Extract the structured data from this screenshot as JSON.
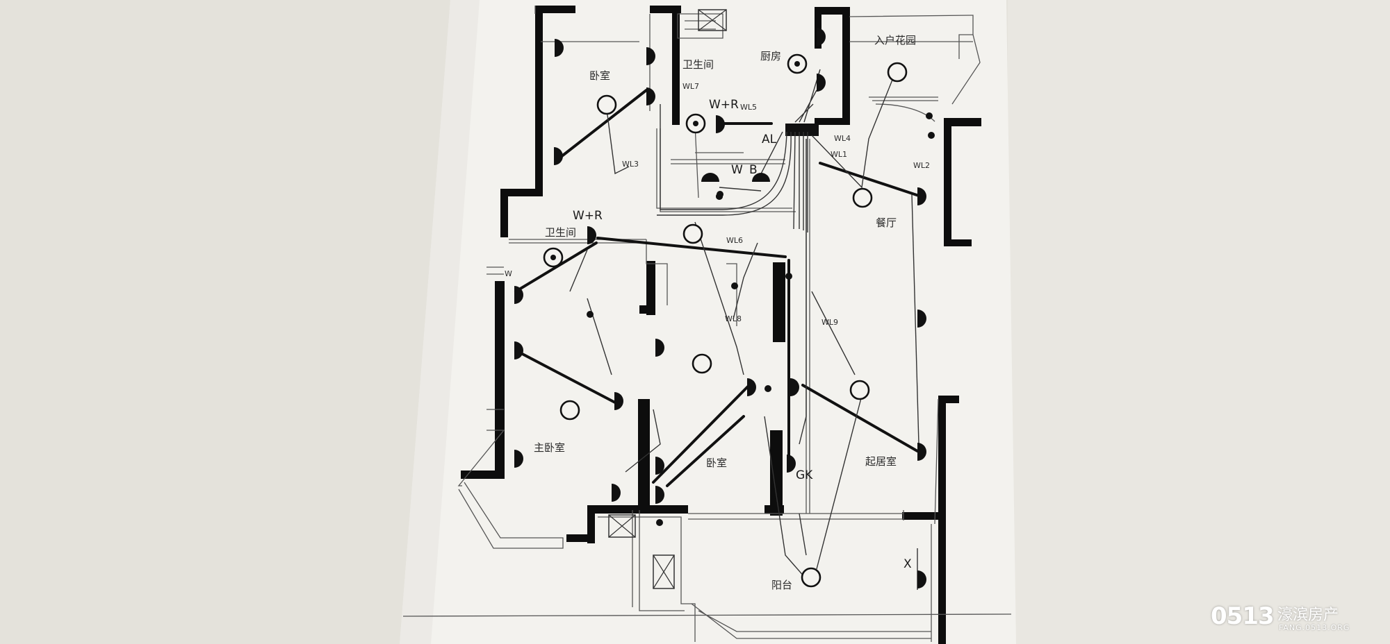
{
  "rooms": {
    "bedroom_top": "卧室",
    "bathroom_top": "卫生间",
    "kitchen": "厨房",
    "entry_garden": "入户花园",
    "bathroom_mid": "卫生间",
    "dining": "餐厅",
    "master_bedroom": "主卧室",
    "bedroom_mid": "卧室",
    "living": "起居室",
    "balcony": "阳台"
  },
  "circuits": {
    "wl1": "WL1",
    "wl2": "WL2",
    "wl3": "WL3",
    "wl4": "WL4",
    "wl5": "WL5",
    "wl6": "WL6",
    "wl7": "WL7",
    "wl8": "WL8",
    "wl9": "WL9"
  },
  "symbols": {
    "wr_top": "W+R",
    "wr_mid": "W+R",
    "w": "W",
    "b": "B",
    "al": "AL",
    "gk": "GK",
    "x": "X",
    "w_small": "W"
  },
  "watermark": {
    "logo": "0513",
    "name": "濠滨房产",
    "url": "FANG.0513.ORG"
  }
}
